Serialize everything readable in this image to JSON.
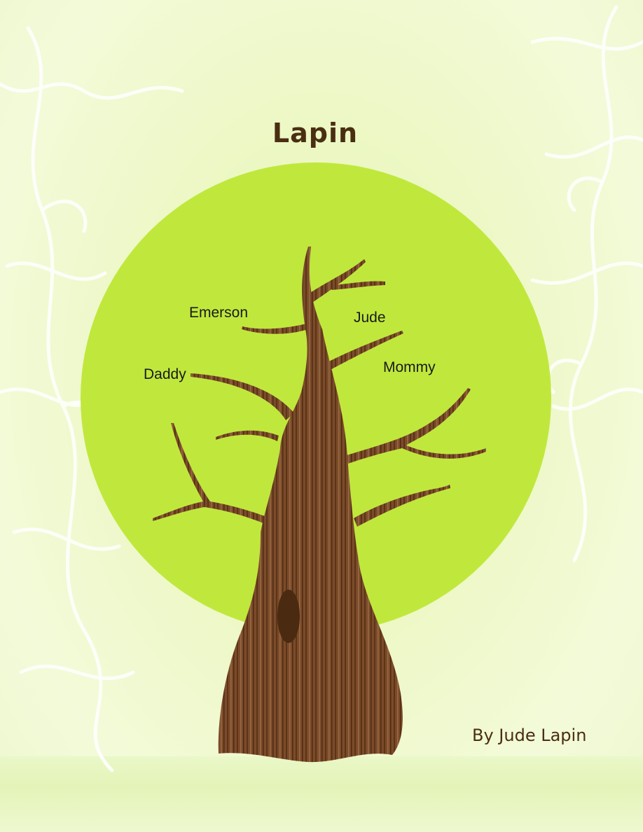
{
  "title": "Lapin",
  "names": {
    "emerson": "Emerson",
    "jude": "Jude",
    "daddy": "Daddy",
    "mommy": "Mommy"
  },
  "byline": "By Jude Lapin",
  "colors": {
    "background": "#eef8c8",
    "circle": "#c0e83c",
    "trunk": "#7a4a2a",
    "title": "#4a2e12",
    "vines": "#ffffff"
  }
}
